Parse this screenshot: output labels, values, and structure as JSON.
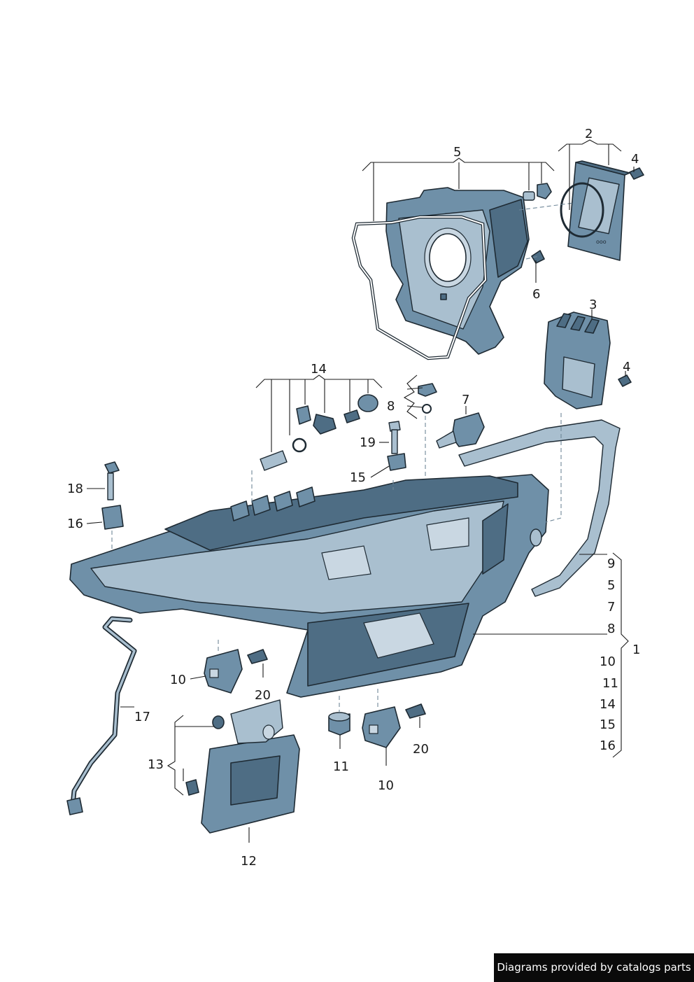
{
  "callouts": [
    {
      "id": "c2",
      "label": "2"
    },
    {
      "id": "c5a",
      "label": "5"
    },
    {
      "id": "c4a",
      "label": "4"
    },
    {
      "id": "c6",
      "label": "6"
    },
    {
      "id": "c3",
      "label": "3"
    },
    {
      "id": "c4b",
      "label": "4"
    },
    {
      "id": "c14",
      "label": "14"
    },
    {
      "id": "c7",
      "label": "7"
    },
    {
      "id": "c8a",
      "label": "8"
    },
    {
      "id": "c19",
      "label": "19"
    },
    {
      "id": "c15a",
      "label": "15"
    },
    {
      "id": "c18",
      "label": "18"
    },
    {
      "id": "c16a",
      "label": "16"
    },
    {
      "id": "c10a",
      "label": "10"
    },
    {
      "id": "c20a",
      "label": "20"
    },
    {
      "id": "c17",
      "label": "17"
    },
    {
      "id": "c13",
      "label": "13"
    },
    {
      "id": "c12",
      "label": "12"
    },
    {
      "id": "c11a",
      "label": "11"
    },
    {
      "id": "c10b",
      "label": "10"
    },
    {
      "id": "c20b",
      "label": "20"
    },
    {
      "id": "c1",
      "label": "1"
    }
  ],
  "group_list": {
    "items": [
      "9",
      "5",
      "7",
      "8",
      "10",
      "11",
      "14",
      "15",
      "16"
    ]
  },
  "watermark": "Diagrams provided by catalogs parts",
  "colors": {
    "part": "#6f90a8",
    "part_dark": "#4e6d84",
    "part_light": "#a9bfcf",
    "outline": "#1e2a33",
    "text": "#1a1a1a",
    "watermark_bg": "#0a0a0a"
  }
}
